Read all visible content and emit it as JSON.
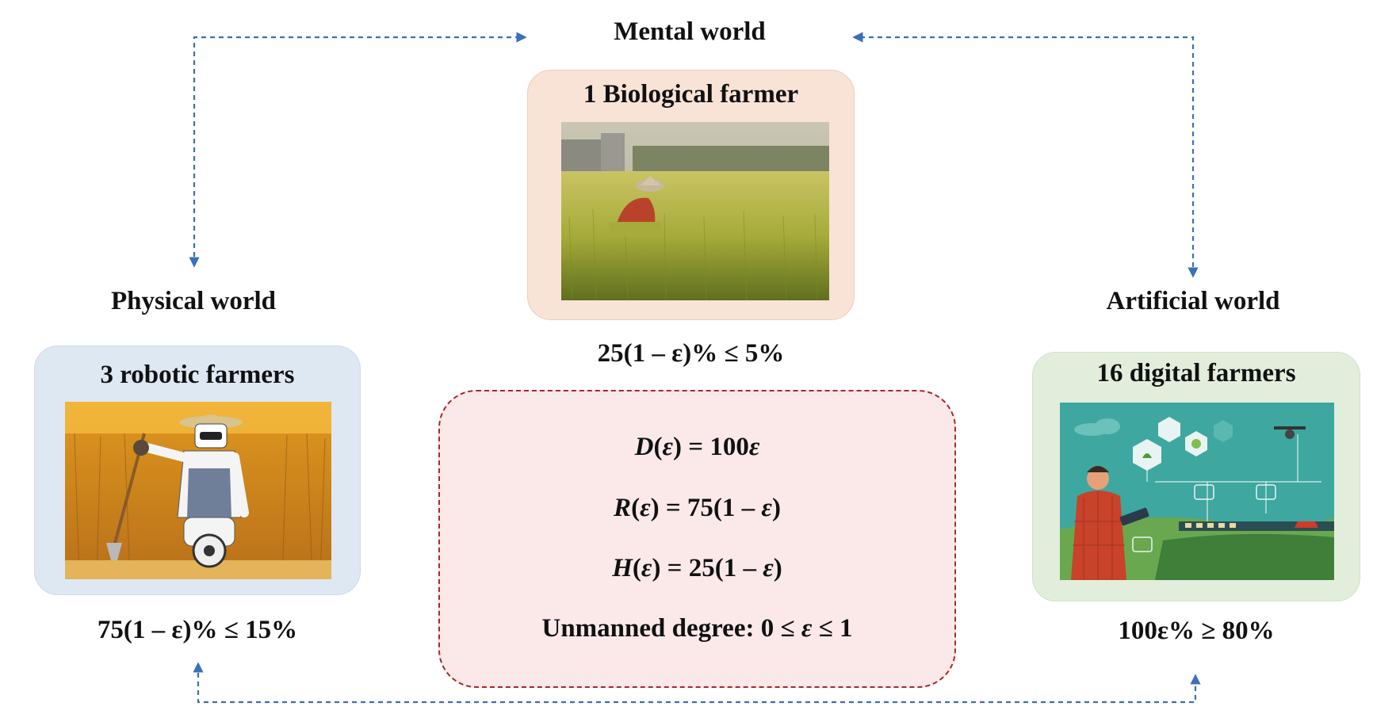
{
  "worlds": {
    "mental": "Mental world",
    "physical": "Physical world",
    "artificial": "Artificial world"
  },
  "boxes": {
    "biological": {
      "title": "1 Biological farmer",
      "percent": "25(1 – ε)% ≤ 5%"
    },
    "robotic": {
      "title": "3 robotic farmers",
      "percent": "75(1 – ε)% ≤ 15%"
    },
    "digital": {
      "title": "16 digital farmers",
      "percent": "100ε% ≥ 80%"
    }
  },
  "equations": {
    "d": {
      "fn": "D",
      "arg": "ε",
      "rhs_num": "100",
      "rhs_var": "ε"
    },
    "r": {
      "fn": "R",
      "arg": "ε",
      "rhs_num": "75(1 – ",
      "rhs_var": "ε",
      "rhs_close": ")"
    },
    "h": {
      "fn": "H",
      "arg": "ε",
      "rhs_num": "25(1 – ",
      "rhs_var": "ε",
      "rhs_close": ")"
    },
    "unmanned_prefix": "Unmanned degree: 0 ≤ ",
    "unmanned_var": "ε",
    "unmanned_suffix": " ≤ 1"
  },
  "colors": {
    "arrow": "#3a70b8",
    "biological_box": "#f8e3d6",
    "robotic_box": "#dde8f3",
    "digital_box": "#e2eedb",
    "equation_box": "#fbe9ea",
    "equation_border": "#a52a2a"
  },
  "icons": [
    "biological-farmer-photo",
    "robot-farmer-photo",
    "digital-farmer-illustration"
  ]
}
